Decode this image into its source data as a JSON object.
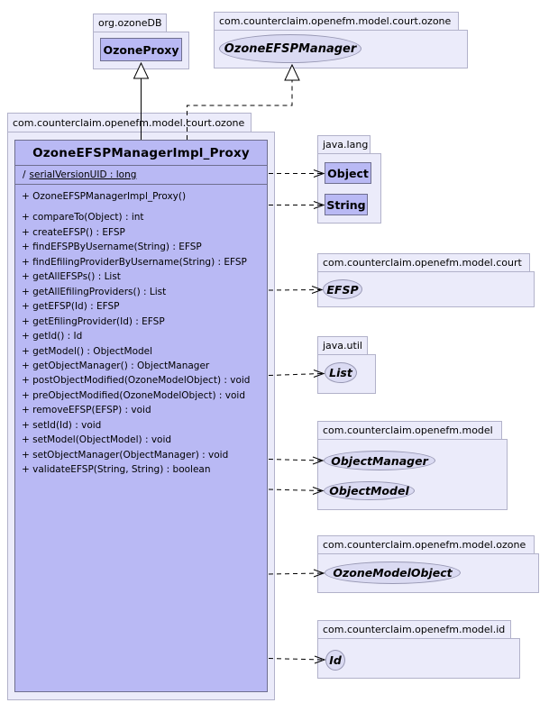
{
  "colors": {
    "package_fill": "#ebebfa",
    "package_border": "#b2b2ca",
    "class_fill": "#b9b9f4",
    "class_border": "#6f6f8f",
    "interface_fill": "#dadaf2",
    "interface_border": "#9898b4",
    "edge_color": "#000000",
    "background": "#ffffff"
  },
  "packages": {
    "org_ozonedb": {
      "label": "org.ozoneDB"
    },
    "court_ozone_iface": {
      "label": "com.counterclaim.openefm.model.court.ozone"
    },
    "court_ozone_main": {
      "label": "com.counterclaim.openefm.model.court.ozone"
    },
    "java_lang": {
      "label": "java.lang"
    },
    "model_court": {
      "label": "com.counterclaim.openefm.model.court"
    },
    "java_util": {
      "label": "java.util"
    },
    "model": {
      "label": "com.counterclaim.openefm.model"
    },
    "model_ozone": {
      "label": "com.counterclaim.openefm.model.ozone"
    },
    "model_id": {
      "label": "com.counterclaim.openefm.model.id"
    }
  },
  "classes": {
    "ozone_proxy": "OzoneProxy",
    "object": "Object",
    "string": "String"
  },
  "interfaces": {
    "ozone_efsp_manager": "OzoneEFSPManager",
    "efsp": "EFSP",
    "list": "List",
    "object_manager": "ObjectManager",
    "object_model": "ObjectModel",
    "ozone_model_object": "OzoneModelObject",
    "id": "Id"
  },
  "main_class": {
    "name": "OzoneEFSPManagerImpl_Proxy",
    "attribute": {
      "prefix": "/",
      "text": "serialVersionUID : long"
    },
    "constructor": "+ OzoneEFSPManagerImpl_Proxy()",
    "methods": [
      "+ compareTo(Object) : int",
      "+ createEFSP() : EFSP",
      "+ findEFSPByUsername(String) : EFSP",
      "+ findEfilingProviderByUsername(String) : EFSP",
      "+ getAllEFSPs() : List",
      "+ getAllEfilingProviders() : List",
      "+ getEFSP(Id) : EFSP",
      "+ getEfilingProvider(Id) : EFSP",
      "+ getId() : Id",
      "+ getModel() : ObjectModel",
      "+ getObjectManager() : ObjectManager",
      "+ postObjectModified(OzoneModelObject) : void",
      "+ preObjectModified(OzoneModelObject) : void",
      "+ removeEFSP(EFSP) : void",
      "+ setId(Id) : void",
      "+ setModel(ObjectModel) : void",
      "+ setObjectManager(ObjectManager) : void",
      "+ validateEFSP(String, String) : boolean"
    ]
  },
  "edges": {
    "extends": "OzoneEFSPManagerImpl_Proxy extends OzoneProxy",
    "implements": "OzoneEFSPManagerImpl_Proxy implements OzoneEFSPManager",
    "dependencies": [
      "Object",
      "String",
      "EFSP",
      "List",
      "ObjectManager",
      "ObjectModel",
      "OzoneModelObject",
      "Id"
    ]
  }
}
